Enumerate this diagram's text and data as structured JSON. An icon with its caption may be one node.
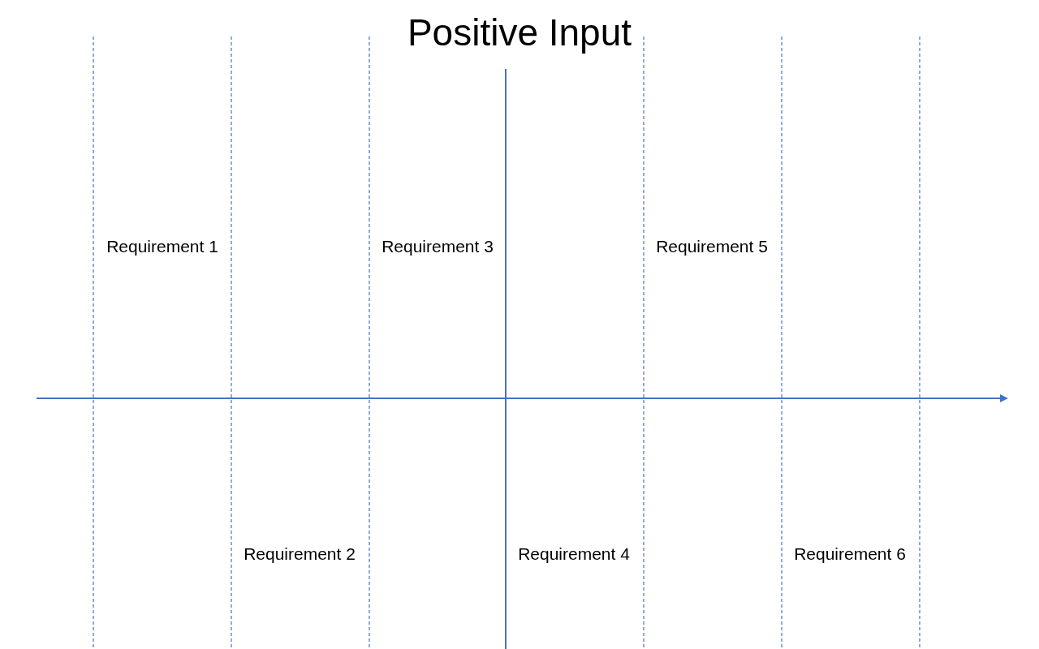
{
  "diagram": {
    "title": "Positive Input",
    "labels": [
      "Requirement 1",
      "Requirement 3",
      "Requirement 5",
      "Requirement 2",
      "Requirement 4",
      "Requirement 6"
    ]
  }
}
